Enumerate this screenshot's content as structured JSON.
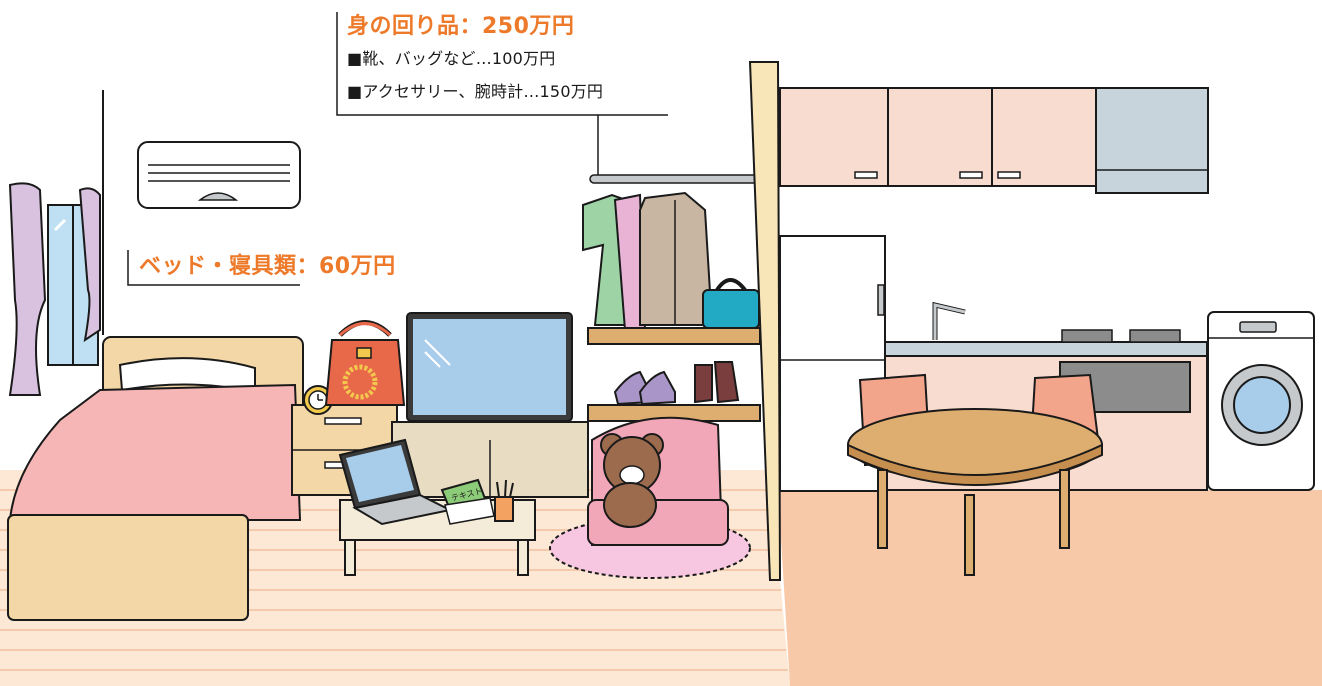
{
  "colors": {
    "accent_text": "#ED7A2A",
    "outline": "#1a1a1a",
    "floor_left": "#FCE8D5",
    "floor_right": "#F8C9A8",
    "bed_wood": "#F4D7A6",
    "bed_cover": "#F6B6B6",
    "cabinet": "#F9DCD0",
    "tv_screen": "#A8CDEB",
    "curtain": "#D9C2E0",
    "rug": "#F7C6E1",
    "chair": "#F2A7B8",
    "table_top": "#DDAE70",
    "dining_chair": "#F3A58C",
    "appliance_grey": "#C6C9CC"
  },
  "callouts": {
    "accessories": {
      "title": "身の回り品：250万円",
      "lines": [
        "■靴、バッグなど…100万円",
        "■アクセサリー、腕時計…150万円"
      ]
    },
    "bedding": {
      "title": "ベッド・寝具類：60万円"
    }
  },
  "icons": {
    "aircon": "air-conditioner-icon",
    "window": "window-icon",
    "bed": "bed-icon",
    "tv": "television-icon",
    "laptop": "laptop-icon",
    "books": "textbook-icon",
    "handbag": "handbag-icon",
    "clock": "table-clock-icon",
    "clothes": "hanging-clothes-icon",
    "shoes": "shoes-icon",
    "teddy": "teddy-bear-icon",
    "fridge": "refrigerator-icon",
    "kitchen": "kitchen-counter-icon",
    "washer": "washing-machine-icon",
    "dining_table": "dining-table-icon"
  },
  "book_label": "テキスト"
}
